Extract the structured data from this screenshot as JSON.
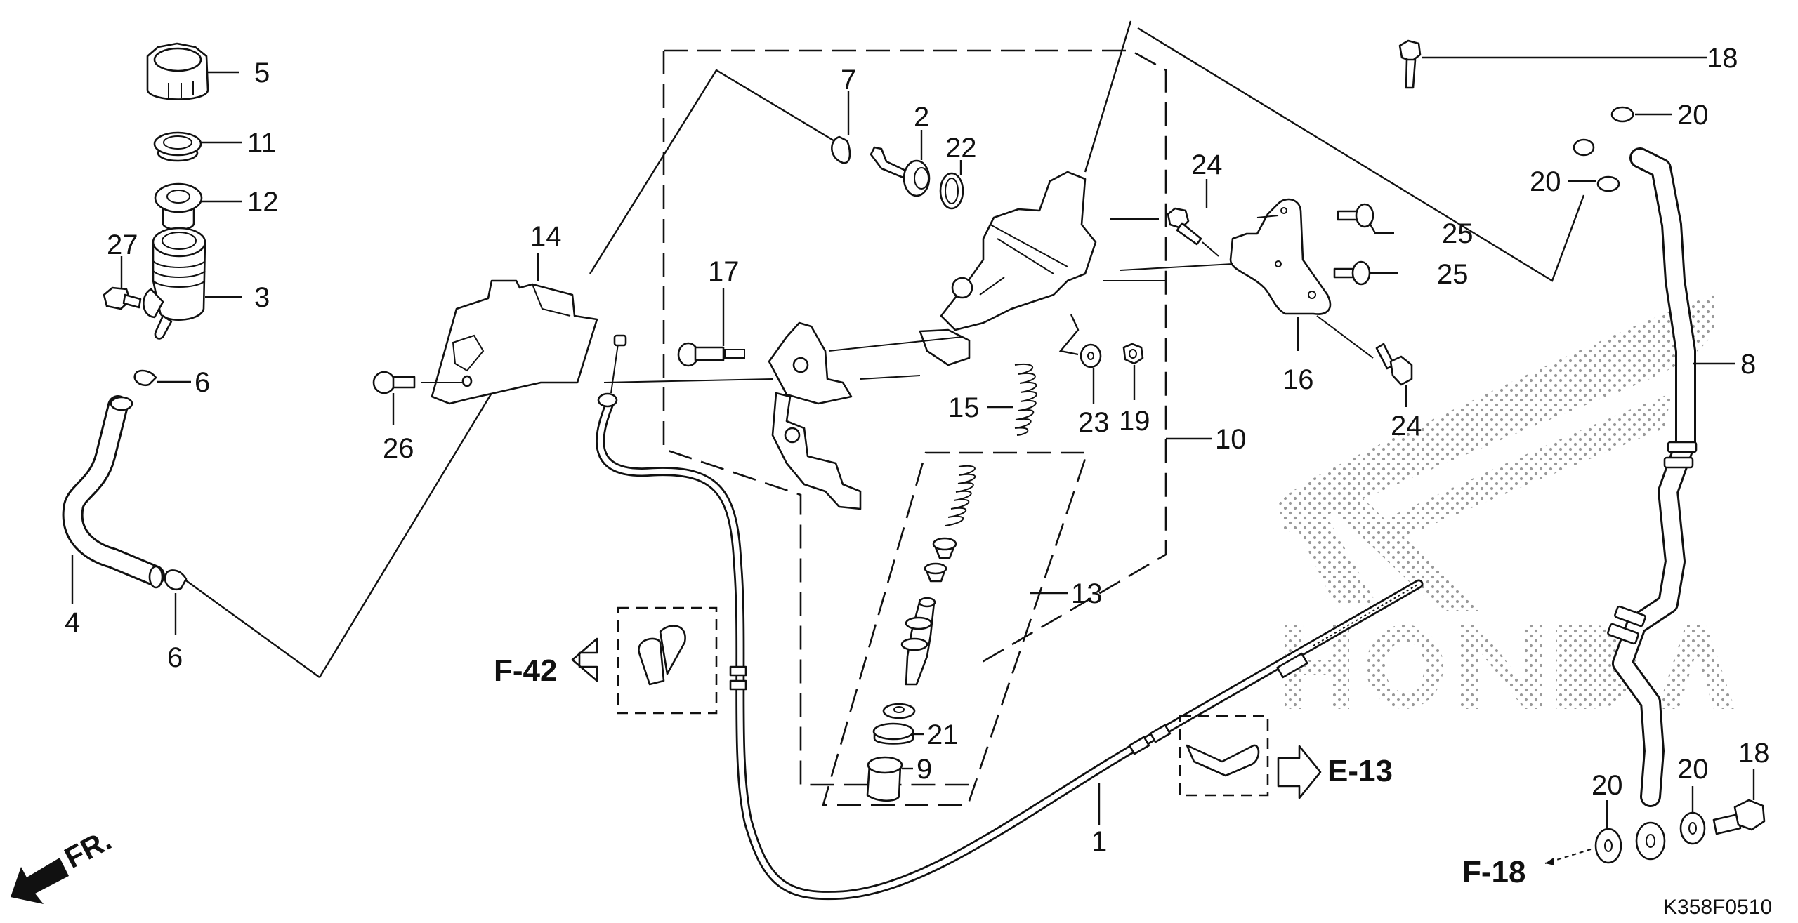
{
  "diagram": {
    "title": "Clutch master cylinder / clutch hose / clutch cable parts diagram",
    "figure_code": "K358F0510",
    "direction_indicator": "FR.",
    "watermark": "HONDA",
    "colors": {
      "line": "#111111",
      "background": "#ffffff",
      "watermark_dots": "#9a9a9a"
    }
  },
  "callouts": [
    {
      "id": "c5",
      "ref": "5",
      "part": "reservoir cap"
    },
    {
      "id": "c11",
      "ref": "11",
      "part": "diaphragm plate"
    },
    {
      "id": "c12",
      "ref": "12",
      "part": "diaphragm"
    },
    {
      "id": "c27",
      "ref": "27",
      "part": "bolt"
    },
    {
      "id": "c3",
      "ref": "3",
      "part": "reservoir"
    },
    {
      "id": "c6a",
      "ref": "6",
      "part": "hose clip (upper)"
    },
    {
      "id": "c4",
      "ref": "4",
      "part": "reservoir hose"
    },
    {
      "id": "c6b",
      "ref": "6",
      "part": "hose clip (lower)"
    },
    {
      "id": "c14",
      "ref": "14",
      "part": "cover"
    },
    {
      "id": "c26",
      "ref": "26",
      "part": "bolt"
    },
    {
      "id": "c7",
      "ref": "7",
      "part": "snap ring"
    },
    {
      "id": "c2",
      "ref": "2",
      "part": "hose joint"
    },
    {
      "id": "c22",
      "ref": "22",
      "part": "O-ring"
    },
    {
      "id": "c17",
      "ref": "17",
      "part": "pivot bolt"
    },
    {
      "id": "c15",
      "ref": "15",
      "part": "spring"
    },
    {
      "id": "c23",
      "ref": "23",
      "part": "washer"
    },
    {
      "id": "c19",
      "ref": "19",
      "part": "nut"
    },
    {
      "id": "c10",
      "ref": "10",
      "part": "master cylinder assembly"
    },
    {
      "id": "c13",
      "ref": "13",
      "part": "piston set"
    },
    {
      "id": "c21",
      "ref": "21",
      "part": "seal"
    },
    {
      "id": "c9",
      "ref": "9",
      "part": "boot"
    },
    {
      "id": "c1",
      "ref": "1",
      "part": "clutch cable"
    },
    {
      "id": "c24a",
      "ref": "24",
      "part": "bolt (upper)"
    },
    {
      "id": "c25a",
      "ref": "25",
      "part": "bolt (upper)"
    },
    {
      "id": "c25b",
      "ref": "25",
      "part": "bolt (middle)"
    },
    {
      "id": "c16",
      "ref": "16",
      "part": "bracket"
    },
    {
      "id": "c24b",
      "ref": "24",
      "part": "bolt (lower)"
    },
    {
      "id": "c8",
      "ref": "8",
      "part": "clutch hose"
    },
    {
      "id": "c18a",
      "ref": "18",
      "part": "oil bolt (upper)"
    },
    {
      "id": "c20a",
      "ref": "20",
      "part": "sealing washer"
    },
    {
      "id": "c20b",
      "ref": "20",
      "part": "sealing washer"
    },
    {
      "id": "c20c",
      "ref": "20",
      "part": "sealing washer"
    },
    {
      "id": "c20d",
      "ref": "20",
      "part": "sealing washer"
    },
    {
      "id": "c18b",
      "ref": "18",
      "part": "oil bolt (lower)"
    }
  ],
  "references": [
    {
      "id": "r-f42",
      "label": "F-42",
      "direction": "left"
    },
    {
      "id": "r-e13",
      "label": "E-13",
      "direction": "right"
    },
    {
      "id": "r-f18",
      "label": "F-18",
      "direction": "left"
    }
  ]
}
